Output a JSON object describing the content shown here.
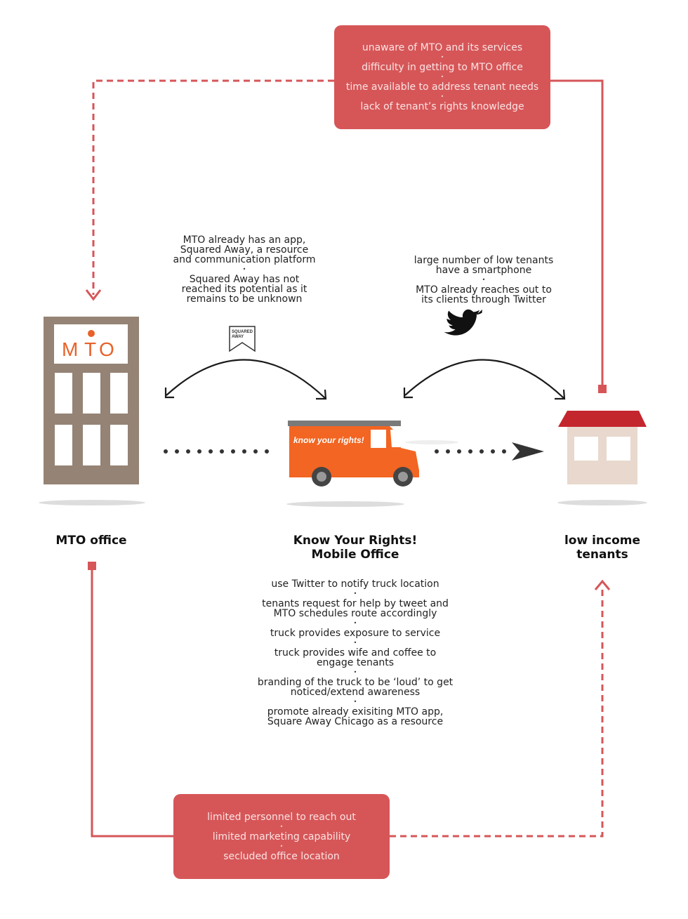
{
  "colors": {
    "accent": "#d65658",
    "building": "#958375",
    "truck": "#f26522",
    "roof": "#c4262e",
    "house": "#e8d8cd"
  },
  "top_box": {
    "items": [
      "unaware of MTO and its services",
      "difficulty in getting to MTO office",
      "time available to address tenant needs",
      "lack of tenant’s rights knowledge"
    ]
  },
  "bottom_box": {
    "items": [
      "limited personnel to reach out",
      "limited marketing capability",
      "secluded office location"
    ]
  },
  "left_notes": {
    "group1": [
      "MTO already has an app,",
      "Squared Away, a resource",
      "and communication platform"
    ],
    "group2": [
      "Squared Away has not",
      "reached its potential as it",
      "remains to be unknown"
    ]
  },
  "right_notes": {
    "group1": [
      "large number of low tenants",
      "have a smartphone"
    ],
    "group2": [
      "MTO already reaches out to",
      "its clients through Twitter"
    ]
  },
  "center_notes": {
    "group1": [
      "use Twitter to notify truck location"
    ],
    "group2": [
      "tenants request for help by tweet and",
      "MTO schedules route accordingly"
    ],
    "group3": [
      "truck provides exposure to service"
    ],
    "group4": [
      "truck provides wife and coffee to",
      "engage tenants"
    ],
    "group5": [
      "branding of the truck to be ‘loud’ to get",
      "noticed/extend awareness"
    ],
    "group6": [
      "promote already exisiting MTO app,",
      "Square Away Chicago as a resource"
    ]
  },
  "bullet": "•",
  "labels": {
    "mto_office": "MTO office",
    "kyr": [
      "Know Your Rights!",
      "Mobile Office"
    ],
    "tenants": [
      "low income",
      "tenants"
    ]
  },
  "mto_logo": {
    "m": "M",
    "t": "T",
    "o": "O"
  },
  "truck_text": "know your rights!",
  "squared_away_logo": [
    "SQUARED",
    "AWAY"
  ],
  "icons": [
    "building-icon",
    "truck-icon",
    "house-icon",
    "squared-away-icon",
    "twitter-icon"
  ]
}
